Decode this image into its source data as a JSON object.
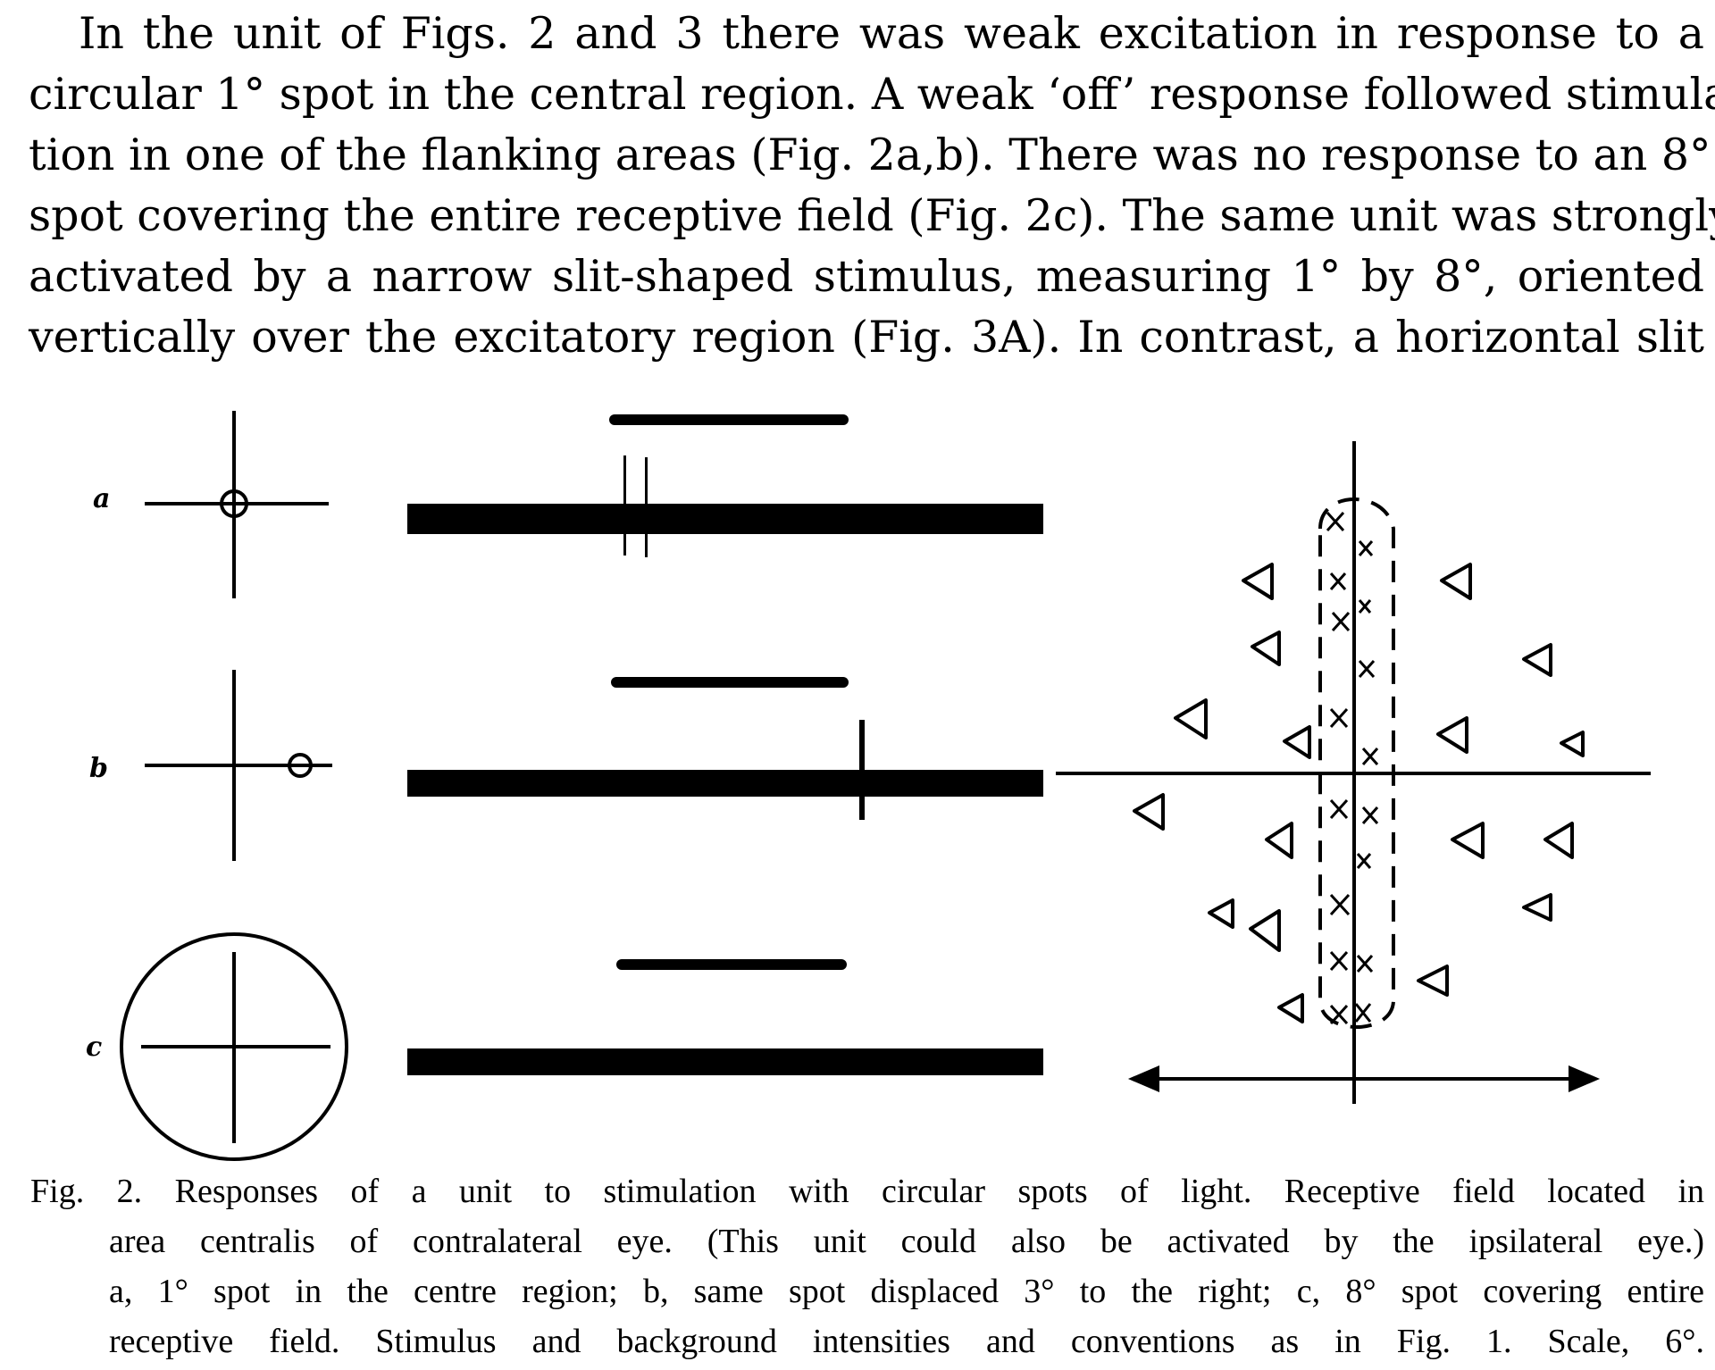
{
  "body_text": {
    "lines": [
      "In the unit of Figs. 2 and 3 there was weak excitation in response to a",
      "circular 1° spot in the central region.  A weak ‘off’ response followed stimula-",
      "tion in one of the flanking areas (Fig. 2a,b). There was no response to an 8°",
      "spot covering the entire receptive field (Fig. 2c). The same unit was strongly",
      "activated by a narrow slit-shaped stimulus, measuring 1° by 8°, oriented",
      "vertically over the excitatory region (Fig. 3A).  In contrast, a horizontal slit"
    ]
  },
  "figure": {
    "panel_labels": [
      "a",
      "b",
      "c"
    ]
  },
  "caption": {
    "lines": [
      "Fig. 2.  Responses of a unit to stimulation with circular spots of light.  Receptive field located in",
      "area centralis of contralateral eye.  (This unit could also be activated by the ipsilateral eye.)",
      "a, 1° spot in the centre region; b, same spot displaced 3° to the right; c, 8° spot covering entire",
      "receptive field.  Stimulus and background intensities and conventions as in Fig. 1.  Scale, 6°."
    ]
  }
}
